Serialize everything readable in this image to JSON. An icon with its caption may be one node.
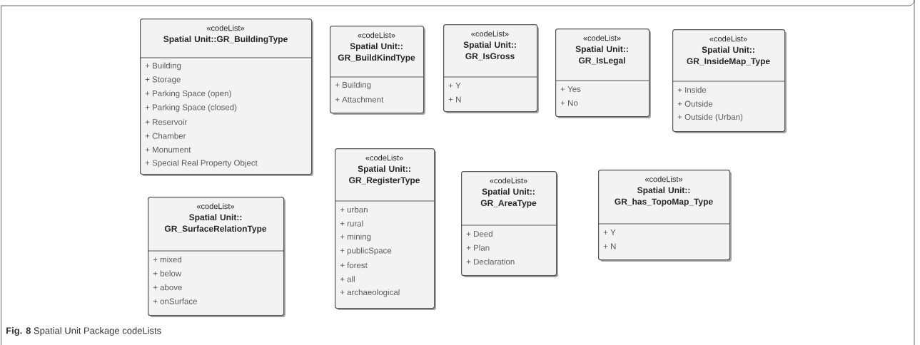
{
  "diagram": {
    "caption": "**Fig. 8** Spatial Unit Package codeLists",
    "nodes": [
      {
        "text": [
          "«codeList»",
          "Spatial Unit::GR_BuildingType",
          "+ Building",
          "+ Storage",
          "+ Parking Space (open)",
          "+ Parking Space (closed)",
          "+ Reservoir",
          "+ Chamber",
          "+ Monument",
          "+ Special Real Property Object"
        ]
      },
      {
        "text": [
          "«codeList»",
          "Spatial Unit:: GR_BuildKindType",
          "+ Building",
          "+ Attachment"
        ]
      },
      {
        "text": [
          "«codeList»",
          "Spatial Unit:: GR_IsGross",
          "+ Y",
          "+ N"
        ]
      },
      {
        "text": [
          "«codeList»",
          "Spatial Unit:: GR_IsLegal",
          "+ Yes",
          "+ No"
        ]
      },
      {
        "text": [
          "«codeList»",
          "Spatial Unit:: GR_InsideMap_Type",
          "+ Inside",
          "+ Outside",
          "+ Outside (Urban)"
        ]
      },
      {
        "text": [
          "«codeList»",
          "Spatial Unit:: GR_SurfaceRelationType",
          "+ mixed",
          "+ below",
          "+ above",
          "+ onSurface"
        ]
      },
      {
        "text": [
          "«codeList»",
          "Spatial Unit:: GR_RegisterType",
          "+ urban",
          "+ rural",
          "+ mining",
          "+ publicSpace",
          "+ forest",
          "+ all",
          "+ archaeological"
        ]
      },
      {
        "text": [
          "«codeList»",
          "Spatial Unit:: GR_AreaType",
          "+ Deed",
          "+ Plan",
          "+ Declaration"
        ]
      },
      {
        "text": [
          "«codeList»",
          "Spatial Unit:: GR_has_TopoMap_Type",
          "+ Y",
          "+ N"
        ]
      }
    ]
  }
}
